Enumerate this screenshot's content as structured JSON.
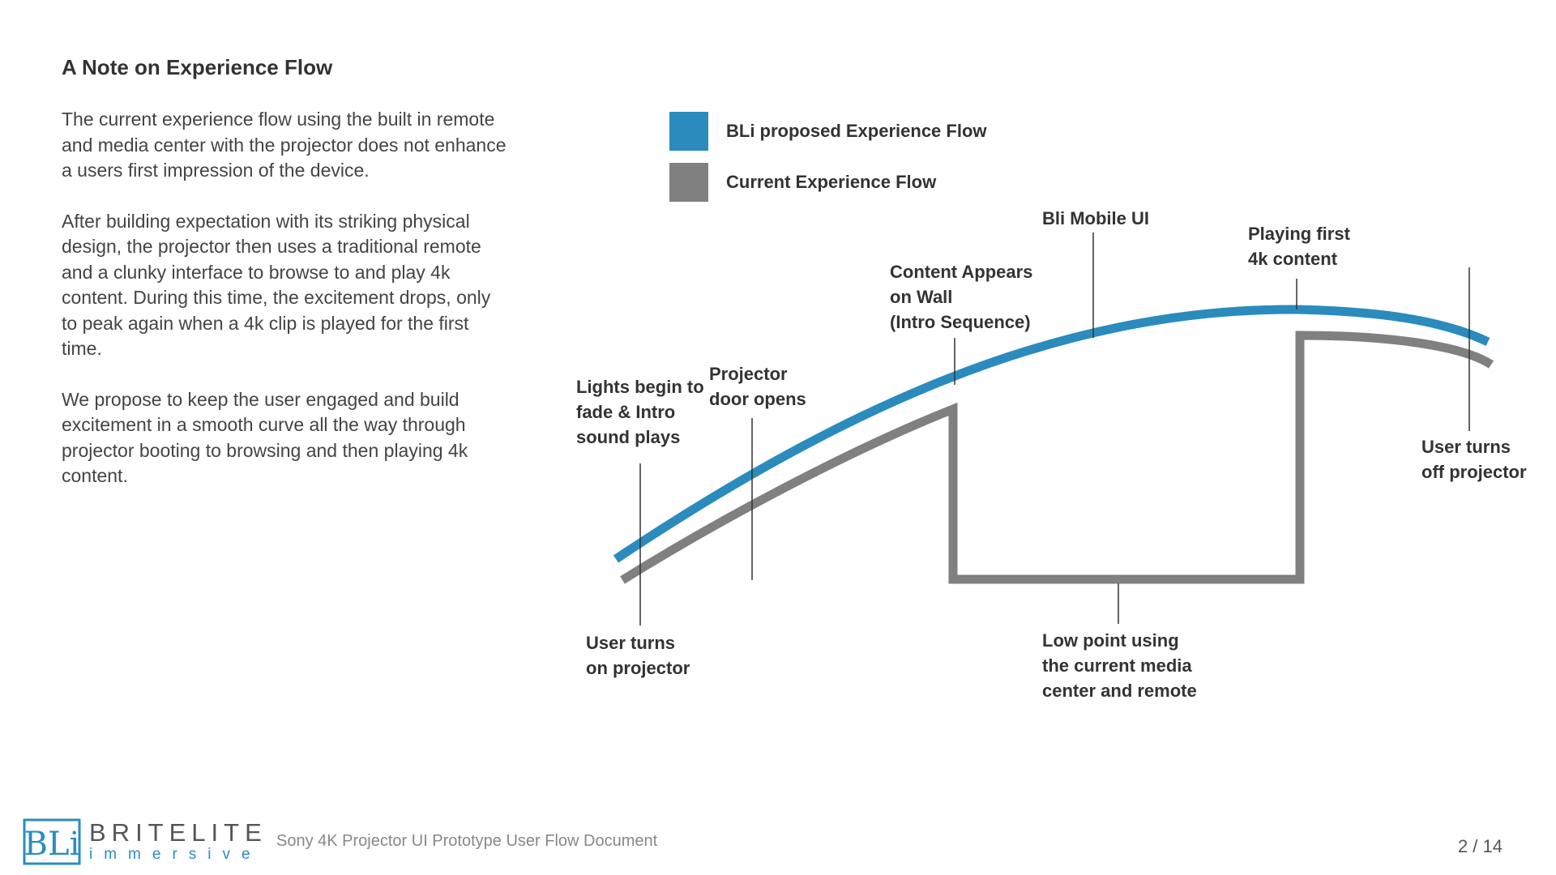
{
  "page": {
    "title": "A Note on Experience Flow",
    "paragraphs": [
      "The current experience flow using the built in remote and media center with the projector does not enhance a users first impression of the device.",
      "After building expectation with its striking physical design, the projector then uses a traditional remote and a clunky interface to browse to and play 4k content.  During this time, the excitement drops, only to peak again when a 4k clip is played for the first time.",
      "We propose to keep the user engaged and build excitement in a smooth curve all the way through projector booting to browsing and then playing 4k content."
    ]
  },
  "legend": [
    {
      "label": "BLi proposed Experience Flow",
      "color": "#2b8bbd"
    },
    {
      "label": "Current Experience Flow",
      "color": "#808080"
    }
  ],
  "diagram": {
    "curve_colors": {
      "proposed": "#2b8bbd",
      "current": "#808080",
      "leader": "#333333"
    },
    "labels": {
      "lights": "Lights begin to\nfade & Intro\nsound plays",
      "door": "Projector\ndoor opens",
      "content": "Content Appears\non Wall\n(Intro Sequence)",
      "mobile": "Bli Mobile UI",
      "playing": "Playing first\n4k content",
      "turn_on": "User turns\non projector",
      "low_point": "Low point using\nthe current media\ncenter and remote",
      "turn_off": "User turns\noff projector"
    }
  },
  "footer": {
    "brand": "BRITELITE",
    "brand_sub": "immersive",
    "logo_letters": "BLi",
    "document": "Sony 4K Projector UI Prototype User Flow Document",
    "page": "2 / 14"
  }
}
